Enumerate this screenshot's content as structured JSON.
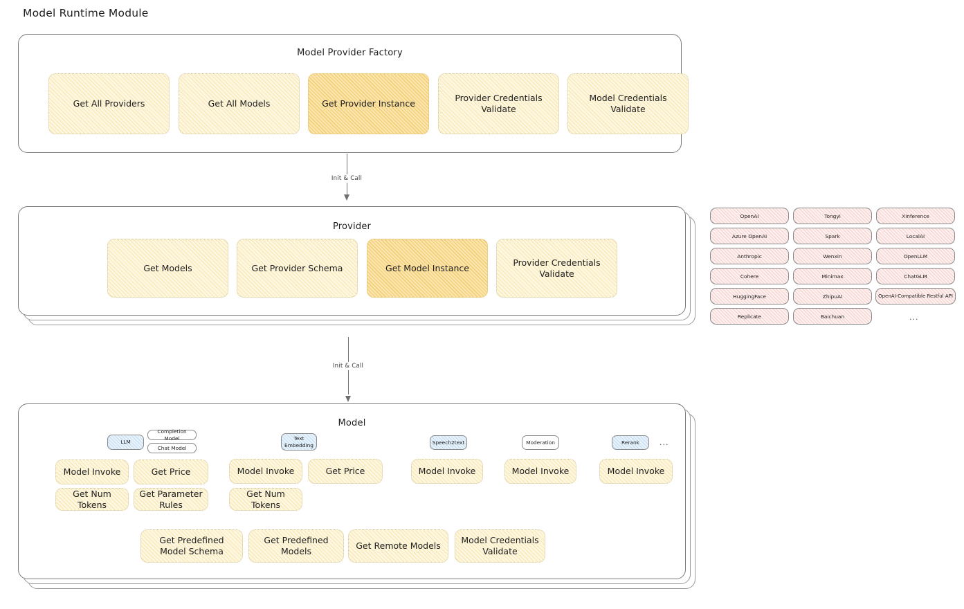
{
  "page": {
    "title": "Model Runtime Module"
  },
  "factory": {
    "title": "Model Provider Factory",
    "methods": [
      {
        "label": "Get All Providers",
        "highlight": false
      },
      {
        "label": "Get All Models",
        "highlight": false
      },
      {
        "label": "Get Provider Instance",
        "highlight": true
      },
      {
        "label": "Provider Credentials Validate",
        "highlight": false
      },
      {
        "label": "Model Credentials Validate",
        "highlight": false
      }
    ]
  },
  "arrows": [
    {
      "label": "Init & Call"
    },
    {
      "label": "Init & Call"
    }
  ],
  "provider": {
    "title": "Provider",
    "methods": [
      {
        "label": "Get Models",
        "highlight": false
      },
      {
        "label": "Get Provider Schema",
        "highlight": false
      },
      {
        "label": "Get Model Instance",
        "highlight": true
      },
      {
        "label": "Provider Credentials Validate",
        "highlight": false
      }
    ]
  },
  "provider_list": {
    "columns": [
      [
        "OpenAI",
        "Azure OpenAI",
        "Anthropic",
        "Cohere",
        "HuggingFace",
        "Replicate"
      ],
      [
        "Tongyi",
        "Spark",
        "Wenxin",
        "Minimax",
        "ZhipuAI",
        "Baichuan"
      ],
      [
        "Xinference",
        "LocalAI",
        "OpenLLM",
        "ChatGLM",
        "OpenAI-Compatible Restful API"
      ]
    ],
    "more": "..."
  },
  "model": {
    "title": "Model",
    "more": "...",
    "types": [
      {
        "name": "LLM",
        "blue": true,
        "sub": [
          "Completion Model",
          "Chat Model"
        ],
        "methods": [
          {
            "label": "Model Invoke",
            "highlight": true
          },
          {
            "label": "Get Price",
            "highlight": false
          },
          {
            "label": "Get Num Tokens",
            "highlight": false
          },
          {
            "label": "Get Parameter Rules",
            "highlight": false
          }
        ]
      },
      {
        "name": "Text Embedding",
        "blue": true,
        "sub": [],
        "methods": [
          {
            "label": "Model Invoke",
            "highlight": true
          },
          {
            "label": "Get Price",
            "highlight": false
          },
          {
            "label": "Get Num Tokens",
            "highlight": false
          }
        ]
      },
      {
        "name": "Speech2text",
        "blue": true,
        "sub": [],
        "methods": [
          {
            "label": "Model Invoke",
            "highlight": true
          }
        ]
      },
      {
        "name": "Moderation",
        "blue": false,
        "sub": [],
        "methods": [
          {
            "label": "Model Invoke",
            "highlight": true
          }
        ]
      },
      {
        "name": "Rerank",
        "blue": true,
        "sub": [],
        "methods": [
          {
            "label": "Model Invoke",
            "highlight": true
          }
        ]
      }
    ],
    "common_methods": [
      {
        "label": "Get Predefined Model Schema"
      },
      {
        "label": "Get Predefined Models"
      },
      {
        "label": "Get Remote Models"
      },
      {
        "label": "Model Credentials Validate"
      }
    ]
  },
  "colors": {
    "chip_fill": "#fdf6e0",
    "chip_fill_strong": "#fbe5ae",
    "pill_fill": "#fdf0ef",
    "badge_blue": "#e8f2fb",
    "stroke": "#7a7a7a",
    "text": "#1e1e1e"
  }
}
